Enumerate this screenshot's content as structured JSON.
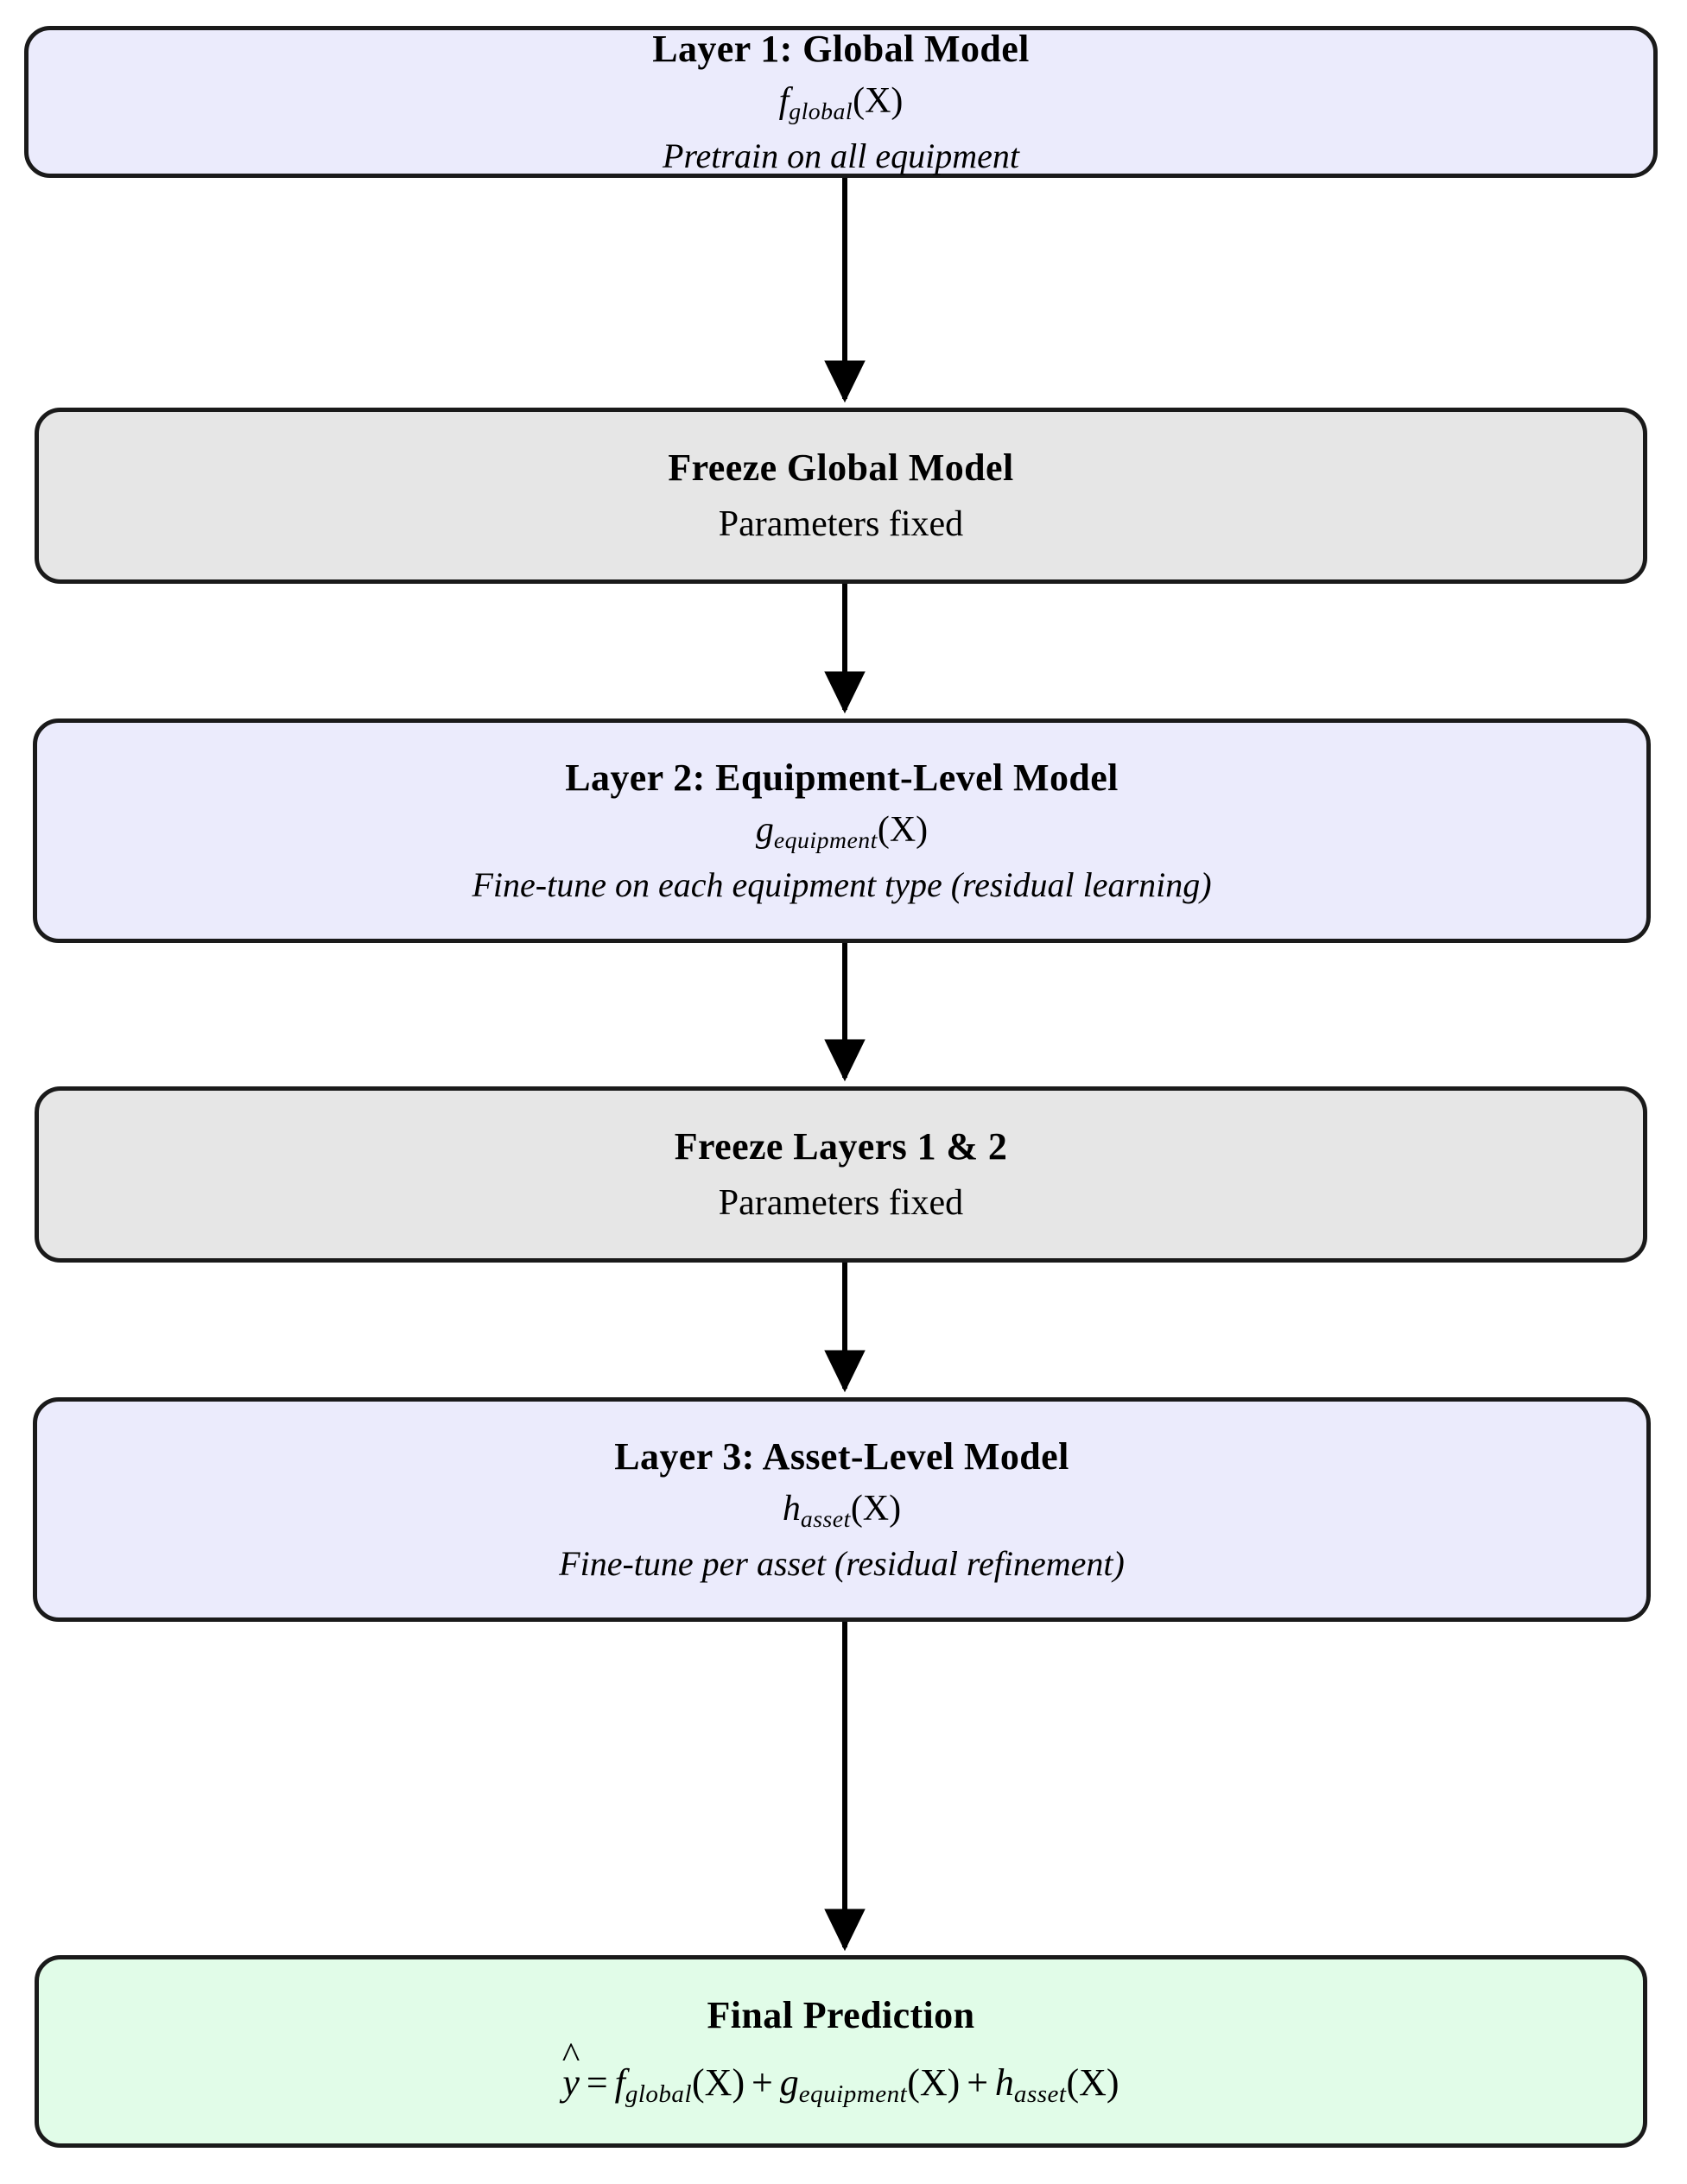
{
  "diagram": {
    "title": "Hierarchical three-layer residual model training flowchart",
    "colors": {
      "model_box_fill": "#ebebfc",
      "freeze_box_fill": "#e6e6e6",
      "final_box_fill": "#e1fce8",
      "border": "#1a1a1a",
      "arrow": "#000000",
      "background": "#ffffff"
    }
  },
  "nodes": {
    "layer1": {
      "title": "Layer 1: Global Model",
      "formula": {
        "fn": "f",
        "sub": "global",
        "arg": "(X)"
      },
      "caption": "Pretrain on all equipment"
    },
    "freeze1": {
      "title": "Freeze Global Model",
      "sub": "Parameters fixed"
    },
    "layer2": {
      "title": "Layer 2: Equipment-Level Model",
      "formula": {
        "fn": "g",
        "sub": "equipment",
        "arg": "(X)"
      },
      "caption": "Fine-tune on each equipment type (residual learning)"
    },
    "freeze2": {
      "title": "Freeze Layers 1 & 2",
      "sub": "Parameters fixed"
    },
    "layer3": {
      "title": "Layer 3: Asset-Level Model",
      "formula": {
        "fn": "h",
        "sub": "asset",
        "arg": "(X)"
      },
      "caption": "Fine-tune per asset (residual refinement)"
    },
    "final": {
      "title": "Final Prediction",
      "equation": {
        "lhs": "y",
        "eq": "=",
        "t1_fn": "f",
        "t1_sub": "global",
        "t1_arg": "(X)",
        "plus1": "+",
        "t2_fn": "g",
        "t2_sub": "equipment",
        "t2_arg": "(X)",
        "plus2": "+",
        "t3_fn": "h",
        "t3_sub": "asset",
        "t3_arg": "(X)"
      }
    }
  },
  "edges": [
    {
      "from": "layer1",
      "to": "freeze1"
    },
    {
      "from": "freeze1",
      "to": "layer2"
    },
    {
      "from": "layer2",
      "to": "freeze2"
    },
    {
      "from": "freeze2",
      "to": "layer3"
    },
    {
      "from": "layer3",
      "to": "final"
    }
  ]
}
